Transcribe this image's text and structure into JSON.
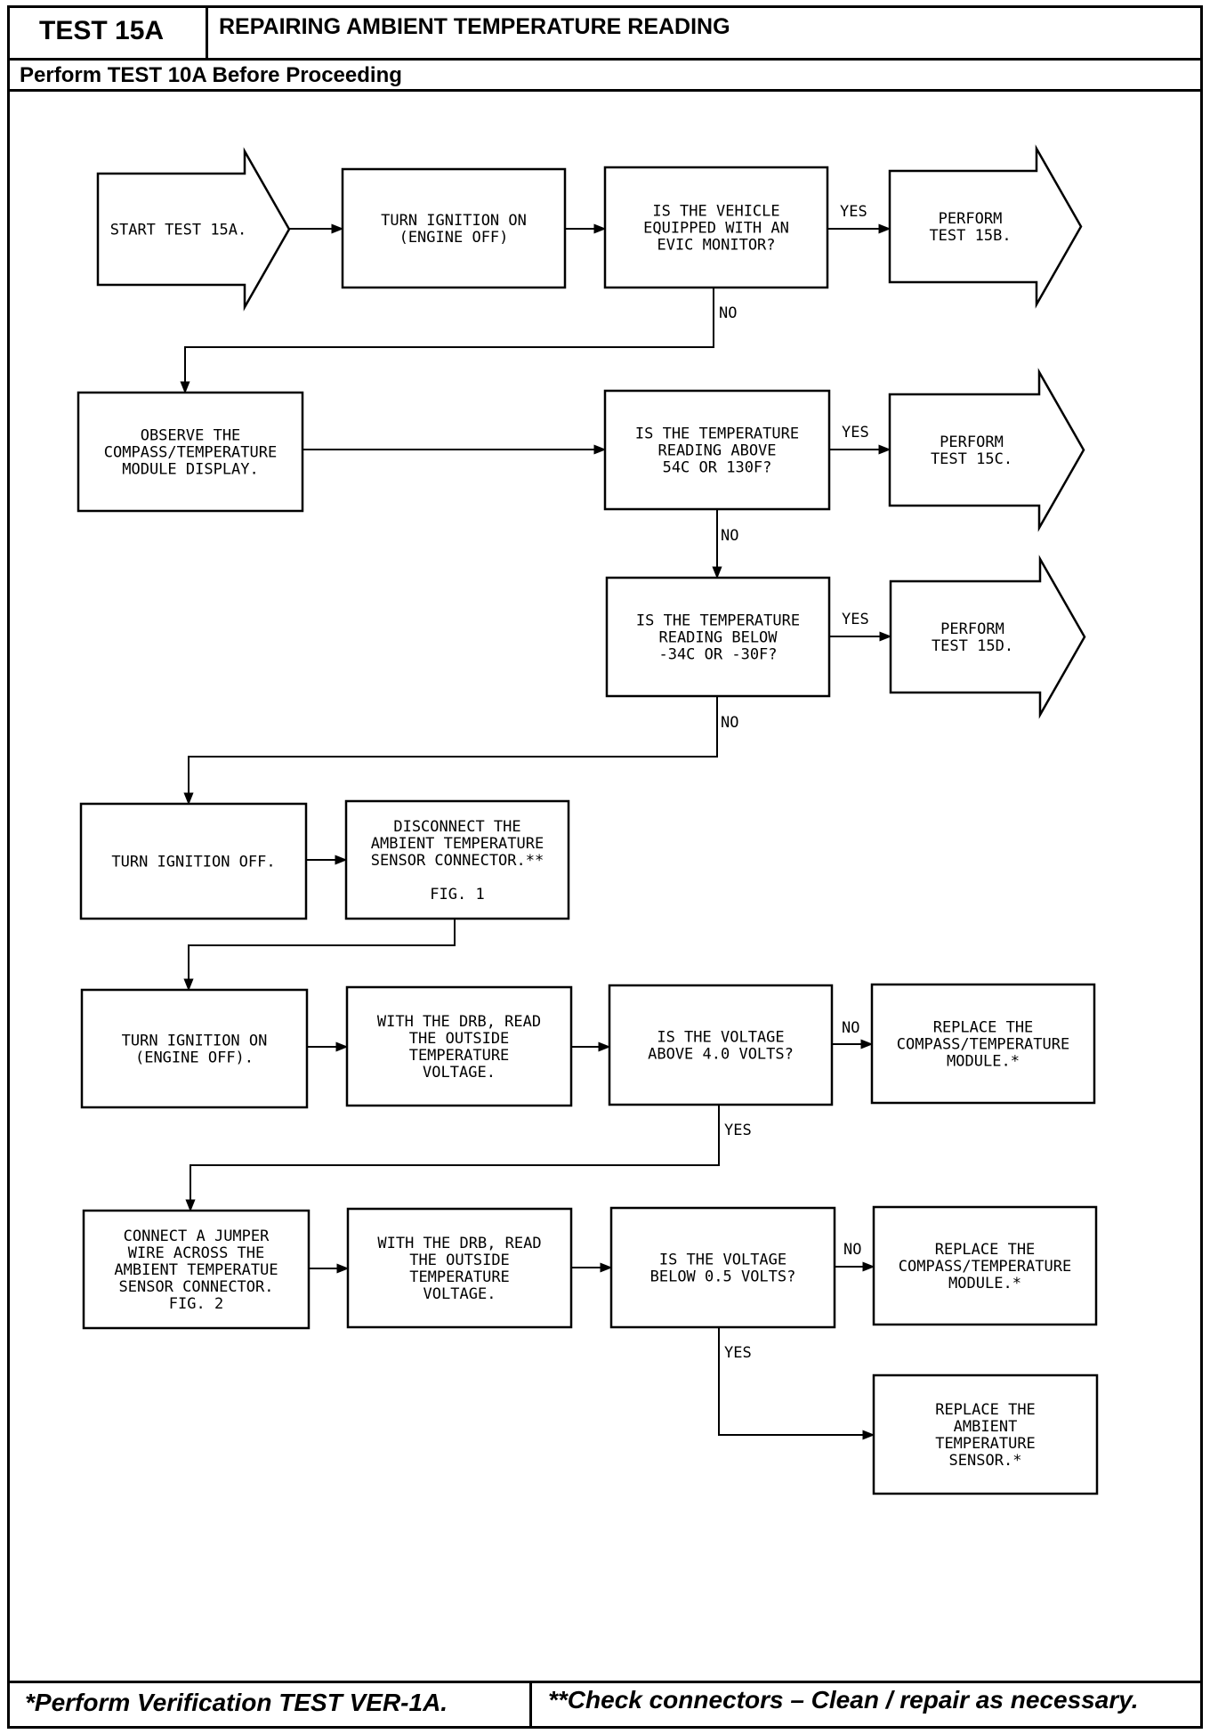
{
  "header": {
    "test_id": "TEST 15A",
    "title": "REPAIRING AMBIENT TEMPERATURE READING",
    "subtitle": "Perform TEST 10A Before Proceeding"
  },
  "nodes": {
    "start": [
      "START TEST 15A."
    ],
    "ign_on_1": [
      "TURN IGNITION ON",
      "(ENGINE OFF)"
    ],
    "q_evic": [
      "IS THE VEHICLE",
      "EQUIPPED WITH AN",
      "EVIC MONITOR?"
    ],
    "perf_15b": [
      "PERFORM",
      "TEST 15B."
    ],
    "observe": [
      "OBSERVE THE",
      "COMPASS/TEMPERATURE",
      "MODULE DISPLAY."
    ],
    "q_above": [
      "IS THE TEMPERATURE",
      "READING ABOVE",
      "54C OR 130F?"
    ],
    "perf_15c": [
      "PERFORM",
      "TEST 15C."
    ],
    "q_below": [
      "IS THE TEMPERATURE",
      "READING BELOW",
      "-34C OR -30F?"
    ],
    "perf_15d": [
      "PERFORM",
      "TEST 15D."
    ],
    "ign_off": [
      "TURN IGNITION OFF."
    ],
    "disconnect": [
      "DISCONNECT THE",
      "AMBIENT TEMPERATURE",
      "SENSOR CONNECTOR.**",
      "",
      "FIG. 1"
    ],
    "ign_on_2": [
      "TURN IGNITION ON",
      "(ENGINE OFF)."
    ],
    "read_1": [
      "WITH THE DRB, READ",
      "THE OUTSIDE",
      "TEMPERATURE",
      "VOLTAGE."
    ],
    "q_v_above": [
      "IS THE VOLTAGE",
      "ABOVE 4.0 VOLTS?"
    ],
    "replace_mod_1": [
      "REPLACE THE",
      "COMPASS/TEMPERATURE",
      "MODULE.*"
    ],
    "jumper": [
      "CONNECT A JUMPER",
      "WIRE ACROSS THE",
      "AMBIENT TEMPERATUE",
      "SENSOR CONNECTOR.",
      "FIG. 2"
    ],
    "read_2": [
      "WITH THE DRB, READ",
      "THE OUTSIDE",
      "TEMPERATURE",
      "VOLTAGE."
    ],
    "q_v_below": [
      "IS THE VOLTAGE",
      "BELOW 0.5 VOLTS?"
    ],
    "replace_mod_2": [
      "REPLACE THE",
      "COMPASS/TEMPERATURE",
      "MODULE.*"
    ],
    "replace_sensor": [
      "REPLACE THE",
      "AMBIENT",
      "TEMPERATURE",
      "SENSOR.*"
    ]
  },
  "edge_labels": {
    "yes": "YES",
    "no": "NO"
  },
  "footer": {
    "left": "*Perform Verification TEST VER-1A.",
    "right": "**Check connectors – Clean / repair as necessary."
  }
}
